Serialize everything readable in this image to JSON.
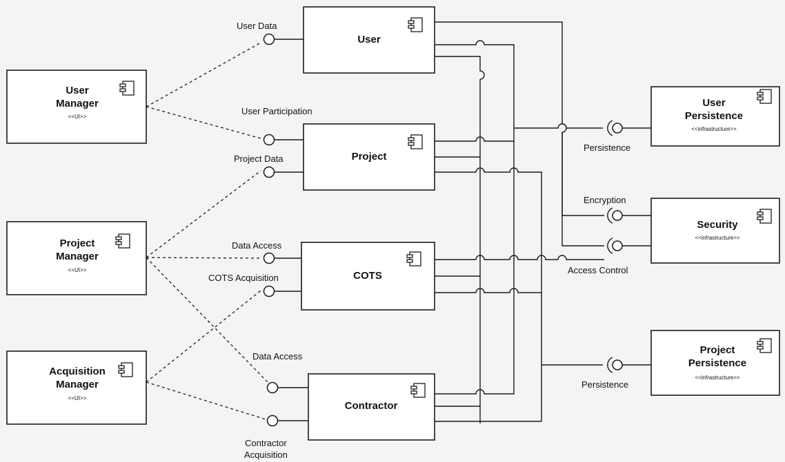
{
  "components": {
    "user_manager": {
      "name1": "User",
      "name2": "Manager",
      "stereotype": "<<UI>>"
    },
    "project_manager": {
      "name1": "Project",
      "name2": "Manager",
      "stereotype": "<<UI>>"
    },
    "acquisition_manager": {
      "name1": "Acquisition",
      "name2": "Manager",
      "stereotype": "<<UI>>"
    },
    "user": {
      "name": "User"
    },
    "project": {
      "name": "Project"
    },
    "cots": {
      "name": "COTS"
    },
    "contractor": {
      "name": "Contractor"
    },
    "user_persistence": {
      "name1": "User",
      "name2": "Persistence",
      "stereotype": "<<infrastructure>>"
    },
    "security": {
      "name": "Security",
      "stereotype": "<<infrastructure>>"
    },
    "project_persistence": {
      "name1": "Project",
      "name2": "Persistence",
      "stereotype": "<<infrastructure>>"
    }
  },
  "interfaces": {
    "user_data": "User Data",
    "user_participation": "User Participation",
    "project_data": "Project Data",
    "cots_data_access": "Data Access",
    "cots_acquisition": "COTS Acquisition",
    "contractor_data_access": "Data Access",
    "contractor_acquisition_1": "Contractor",
    "contractor_acquisition_2": "Acquisition",
    "user_persistence_port": "Persistence",
    "encryption": "Encryption",
    "access_control": "Access Control",
    "project_persistence_port": "Persistence"
  }
}
